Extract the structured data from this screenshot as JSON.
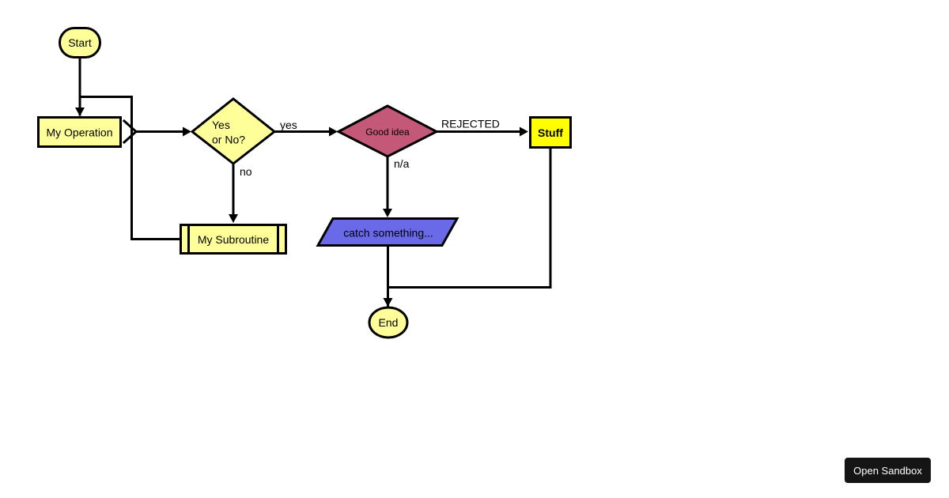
{
  "colors": {
    "node_fill_yellow": "#FFFF99",
    "stuff_fill": "#FFFF00",
    "good_idea_fill": "#C45879",
    "io_fill": "#6A6AE8",
    "start_border": "#118611",
    "start_text": "#FF2A2A",
    "stuff_text": "#E80000",
    "line": "#000000",
    "button_bg": "#151515",
    "button_text": "#FFFFFF"
  },
  "flowchart": {
    "nodes": {
      "start": {
        "label": "Start",
        "type": "start"
      },
      "operation": {
        "label": "My Operation",
        "type": "operation"
      },
      "condition": {
        "label_line1": "Yes",
        "label_line2": "or No?",
        "type": "condition"
      },
      "good_idea": {
        "label": "Good idea",
        "type": "condition"
      },
      "stuff": {
        "label": "Stuff",
        "type": "operation"
      },
      "subroutine": {
        "label": "My Subroutine",
        "type": "subroutine"
      },
      "catch": {
        "label": "catch something...",
        "type": "inputoutput"
      },
      "end": {
        "label": "End",
        "type": "end"
      }
    },
    "edge_labels": {
      "yes": "yes",
      "no": "no",
      "na": "n/a",
      "rejected": "REJECTED"
    }
  },
  "sandbox_button": {
    "label": "Open Sandbox"
  }
}
